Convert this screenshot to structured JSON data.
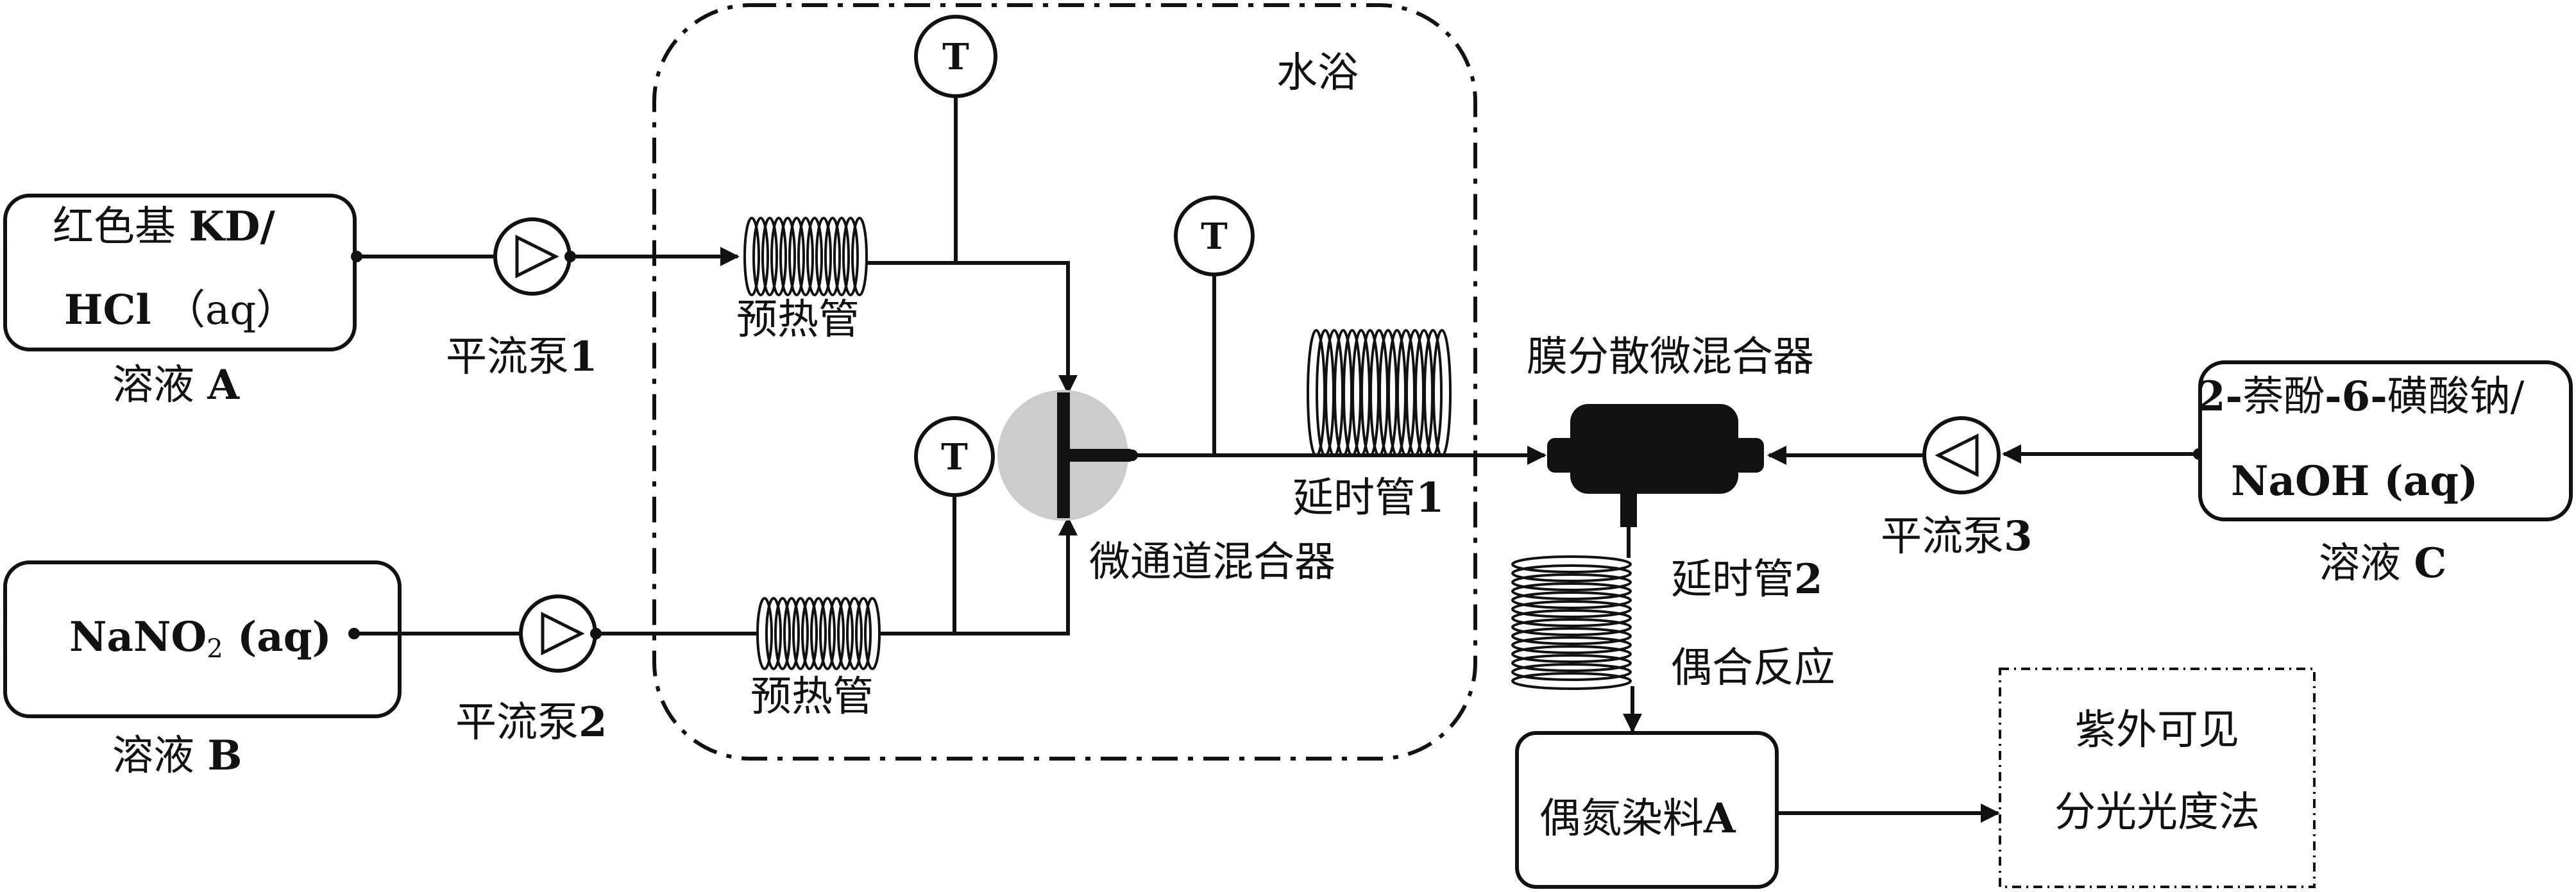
{
  "title": "",
  "solutions": {
    "a": {
      "box_line1_prefix": "红色基 ",
      "box_line1_bold": "KD/",
      "box_line2_bold": "HCl",
      "box_line2_suffix": " （aq）",
      "caption_prefix": "溶液 ",
      "caption_bold": "A"
    },
    "b": {
      "box_bold": "NaNO",
      "box_sub": "2",
      "box_suffix": " (aq)",
      "caption_prefix": "溶液 ",
      "caption_bold": "B"
    },
    "c": {
      "box_line1_bold": "2-",
      "box_line1_a": "萘酚",
      "box_line1_b": "-6-",
      "box_line1_c": "磺酸钠/",
      "box_line2_bold": "NaOH (aq)",
      "caption_prefix": "溶液 ",
      "caption_bold": "C"
    }
  },
  "pumps": [
    {
      "label": "平流泵",
      "num": "1"
    },
    {
      "label": "平流泵",
      "num": "2"
    },
    {
      "label": "平流泵",
      "num": "3"
    }
  ],
  "preheat_tubes": [
    {
      "label": "预热管"
    },
    {
      "label": "预热管"
    }
  ],
  "water_bath": {
    "label": "水浴"
  },
  "temperature_sensor": {
    "symbol": "T"
  },
  "microchannel_mixer": {
    "label": "微通道混合器"
  },
  "delay_tube_1": {
    "label": "延时管",
    "num": "1"
  },
  "membrane_mixer": {
    "label": "膜分散微混合器"
  },
  "delay_tube_2": {
    "label": "延时管",
    "num": "2"
  },
  "coupling_reaction": {
    "label": "偶合反应"
  },
  "product": {
    "label": "偶氮染料",
    "num": "A"
  },
  "analysis": {
    "line1": "紫外可见",
    "line2": "分光光度法"
  },
  "colors": {
    "stroke": "#111111",
    "mixer_fill": "#cccccc",
    "background": "#ffffff"
  }
}
